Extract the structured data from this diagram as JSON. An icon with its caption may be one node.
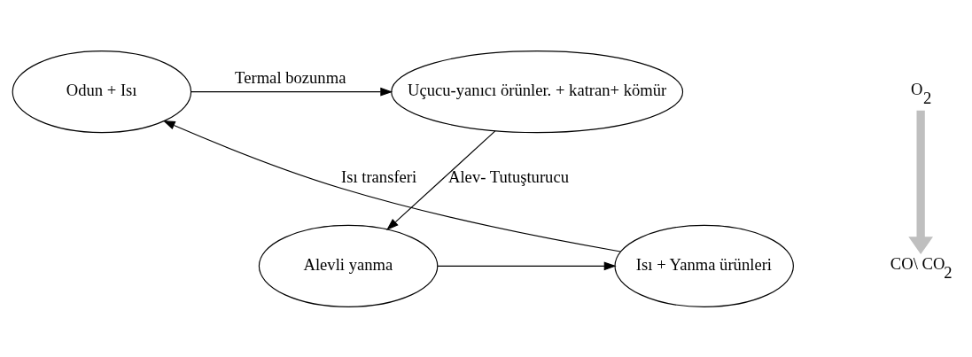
{
  "diagram": {
    "nodes": [
      {
        "text": [
          "Odun + Isı"
        ]
      },
      {
        "text": [
          "Uçucu-yanıcı örünler. + katran+ kömür"
        ]
      },
      {
        "text": [
          "Alevli yanma"
        ]
      },
      {
        "text": [
          "Isı + Yanma ürünleri"
        ]
      },
      {
        "text": [
          "O$_{2}$"
        ]
      },
      {
        "text": [
          "CO\\ CO$_{2}$"
        ]
      }
    ],
    "edges": [
      {
        "from": 0,
        "to": 1,
        "arrow": "to",
        "label": "Termal bozunma"
      },
      {
        "from": 1,
        "to": 2,
        "arrow": "to",
        "label": "Alev- Tutuşturucu"
      },
      {
        "from": 2,
        "to": 3,
        "arrow": "to"
      },
      {
        "from": 3,
        "to": 0,
        "arrow": "to",
        "label": "Isı transferi"
      },
      {
        "from": 4,
        "to": 5,
        "arrow": "to",
        "style": "thick",
        "color": "#bfbfbf"
      }
    ]
  }
}
